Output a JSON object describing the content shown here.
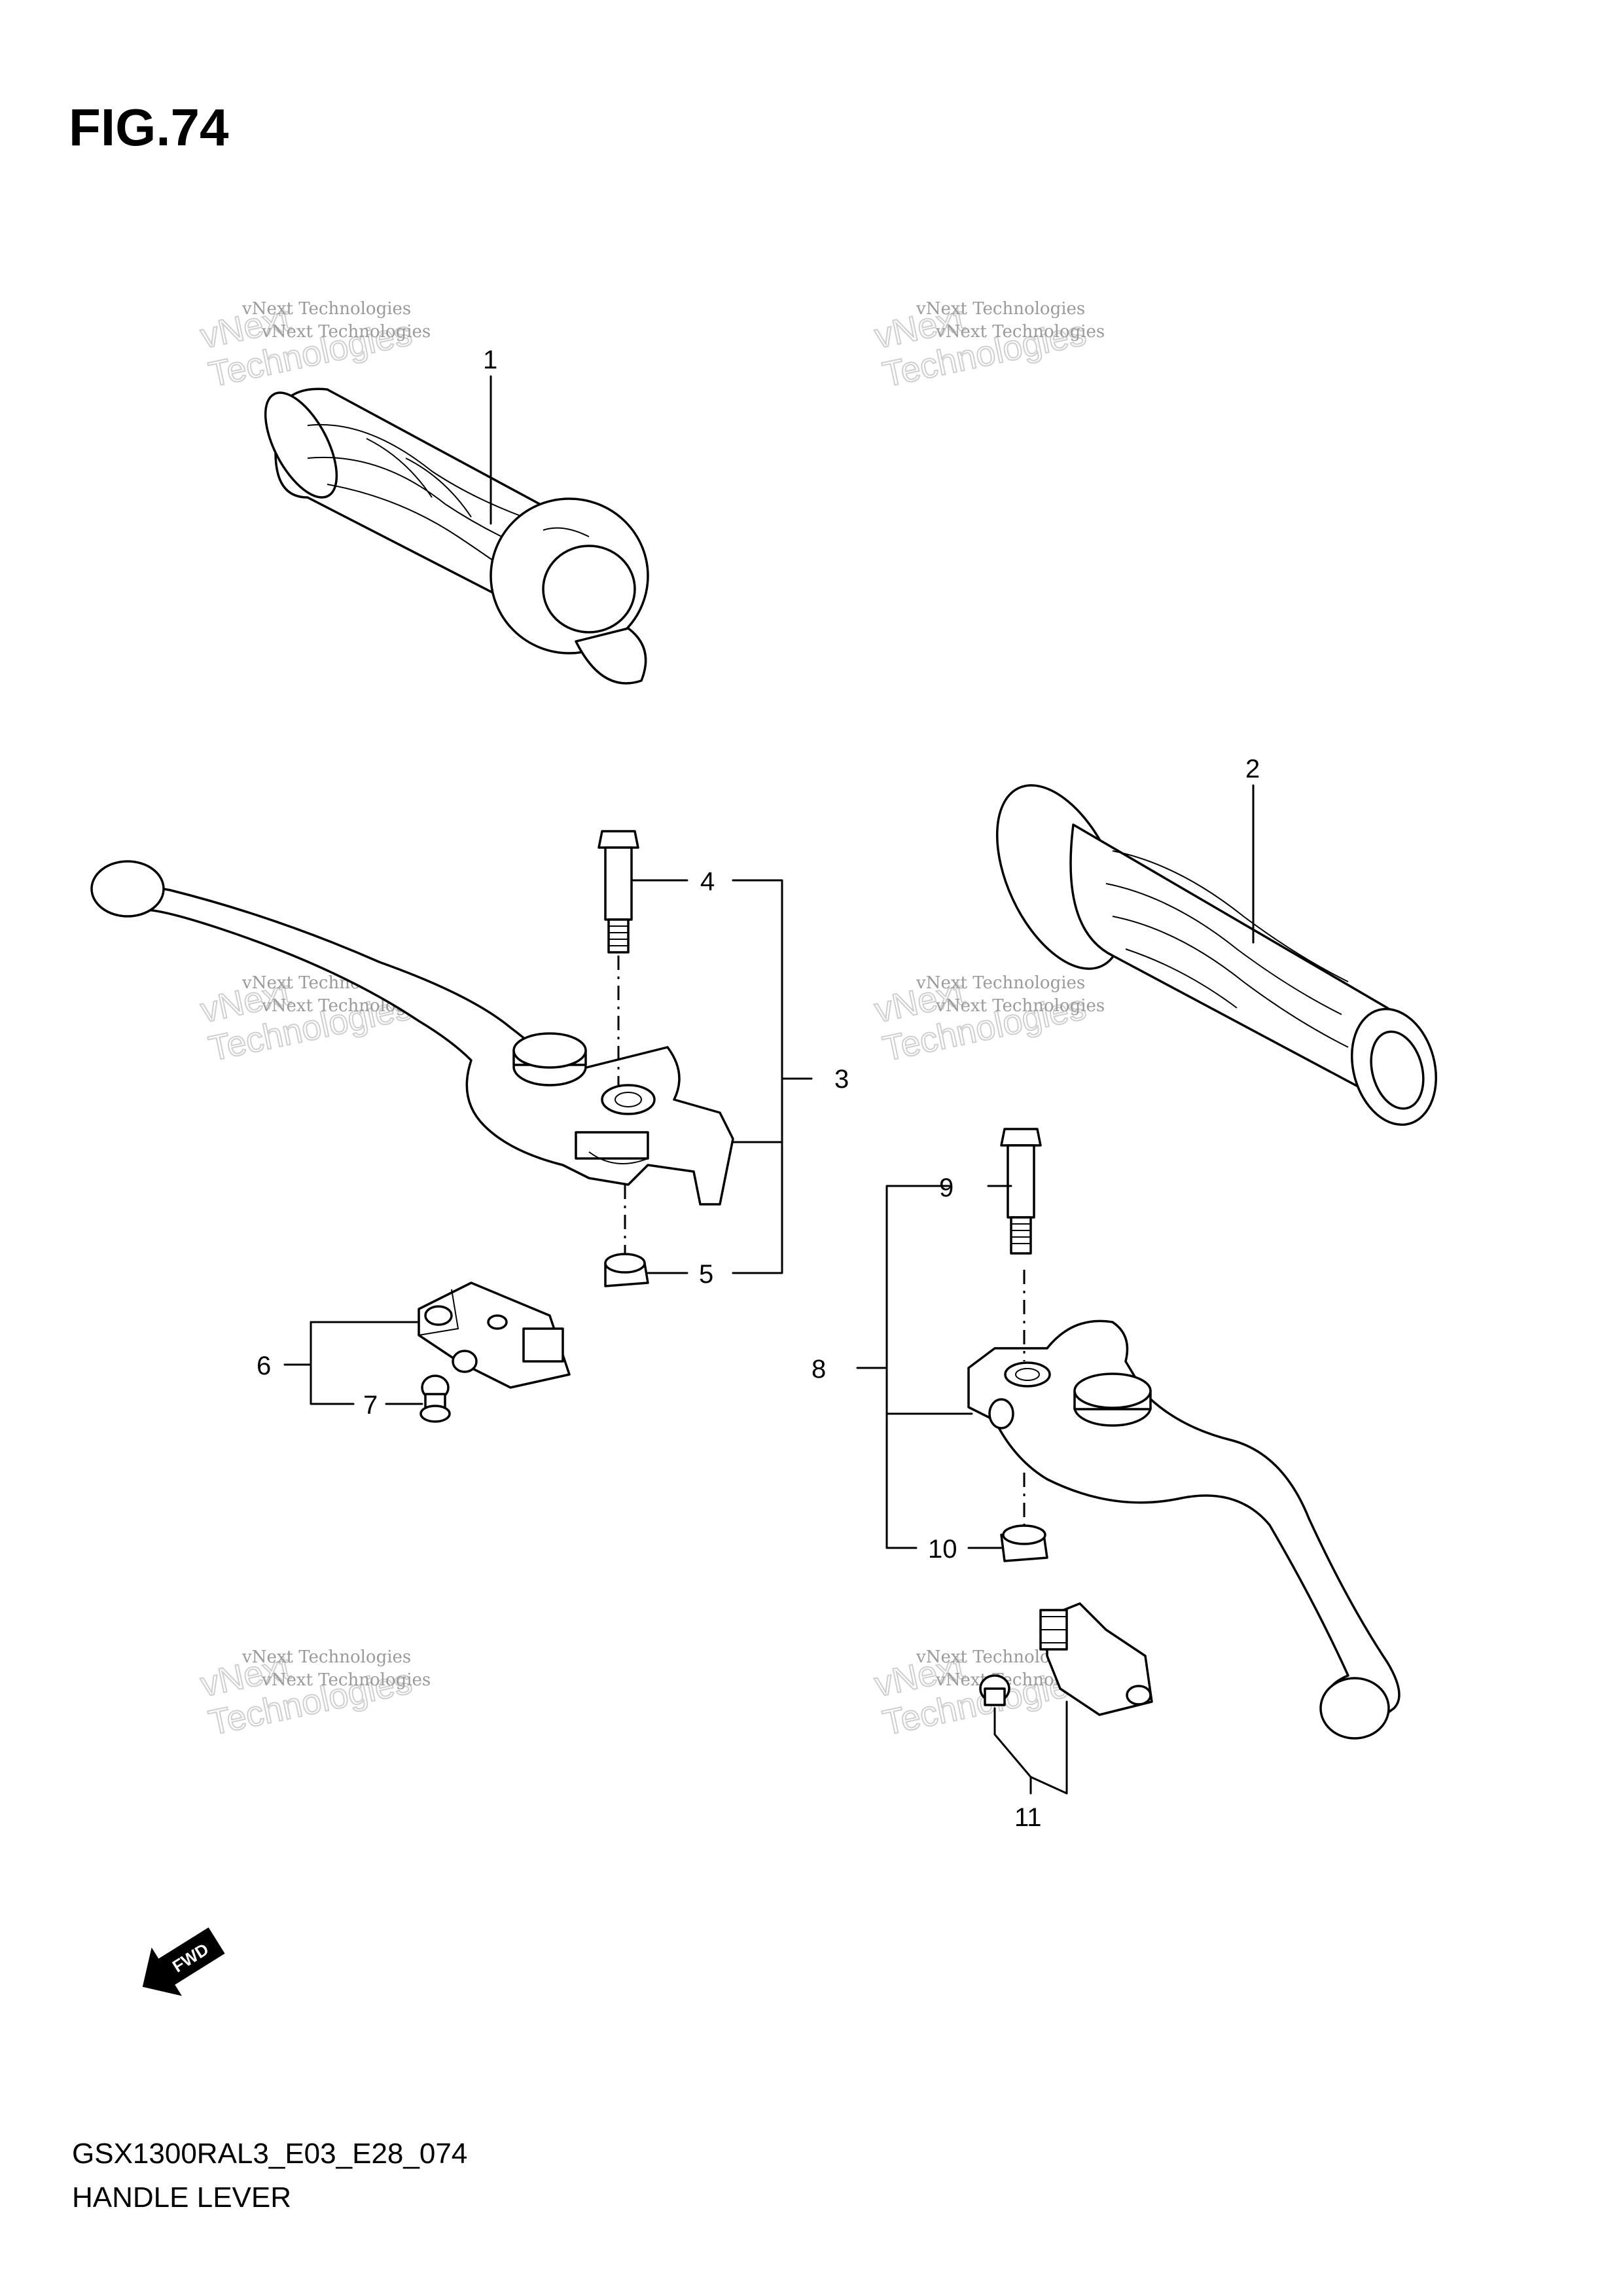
{
  "figure": {
    "title": "FIG.74",
    "model_code": "GSX1300RAL3_E03_E28_074",
    "caption": "HANDLE LEVER"
  },
  "watermark": {
    "line_small": "vNext Technologies",
    "line_big": "Technologies",
    "line_top": "vNext"
  },
  "callouts": [
    {
      "id": "1",
      "label": "1"
    },
    {
      "id": "2",
      "label": "2"
    },
    {
      "id": "3",
      "label": "3"
    },
    {
      "id": "4",
      "label": "4"
    },
    {
      "id": "5",
      "label": "5"
    },
    {
      "id": "6",
      "label": "6"
    },
    {
      "id": "7",
      "label": "7"
    },
    {
      "id": "8",
      "label": "8"
    },
    {
      "id": "9",
      "label": "9"
    },
    {
      "id": "10",
      "label": "10"
    },
    {
      "id": "11",
      "label": "11"
    }
  ],
  "fwd_arrow": {
    "label": "FWD"
  }
}
